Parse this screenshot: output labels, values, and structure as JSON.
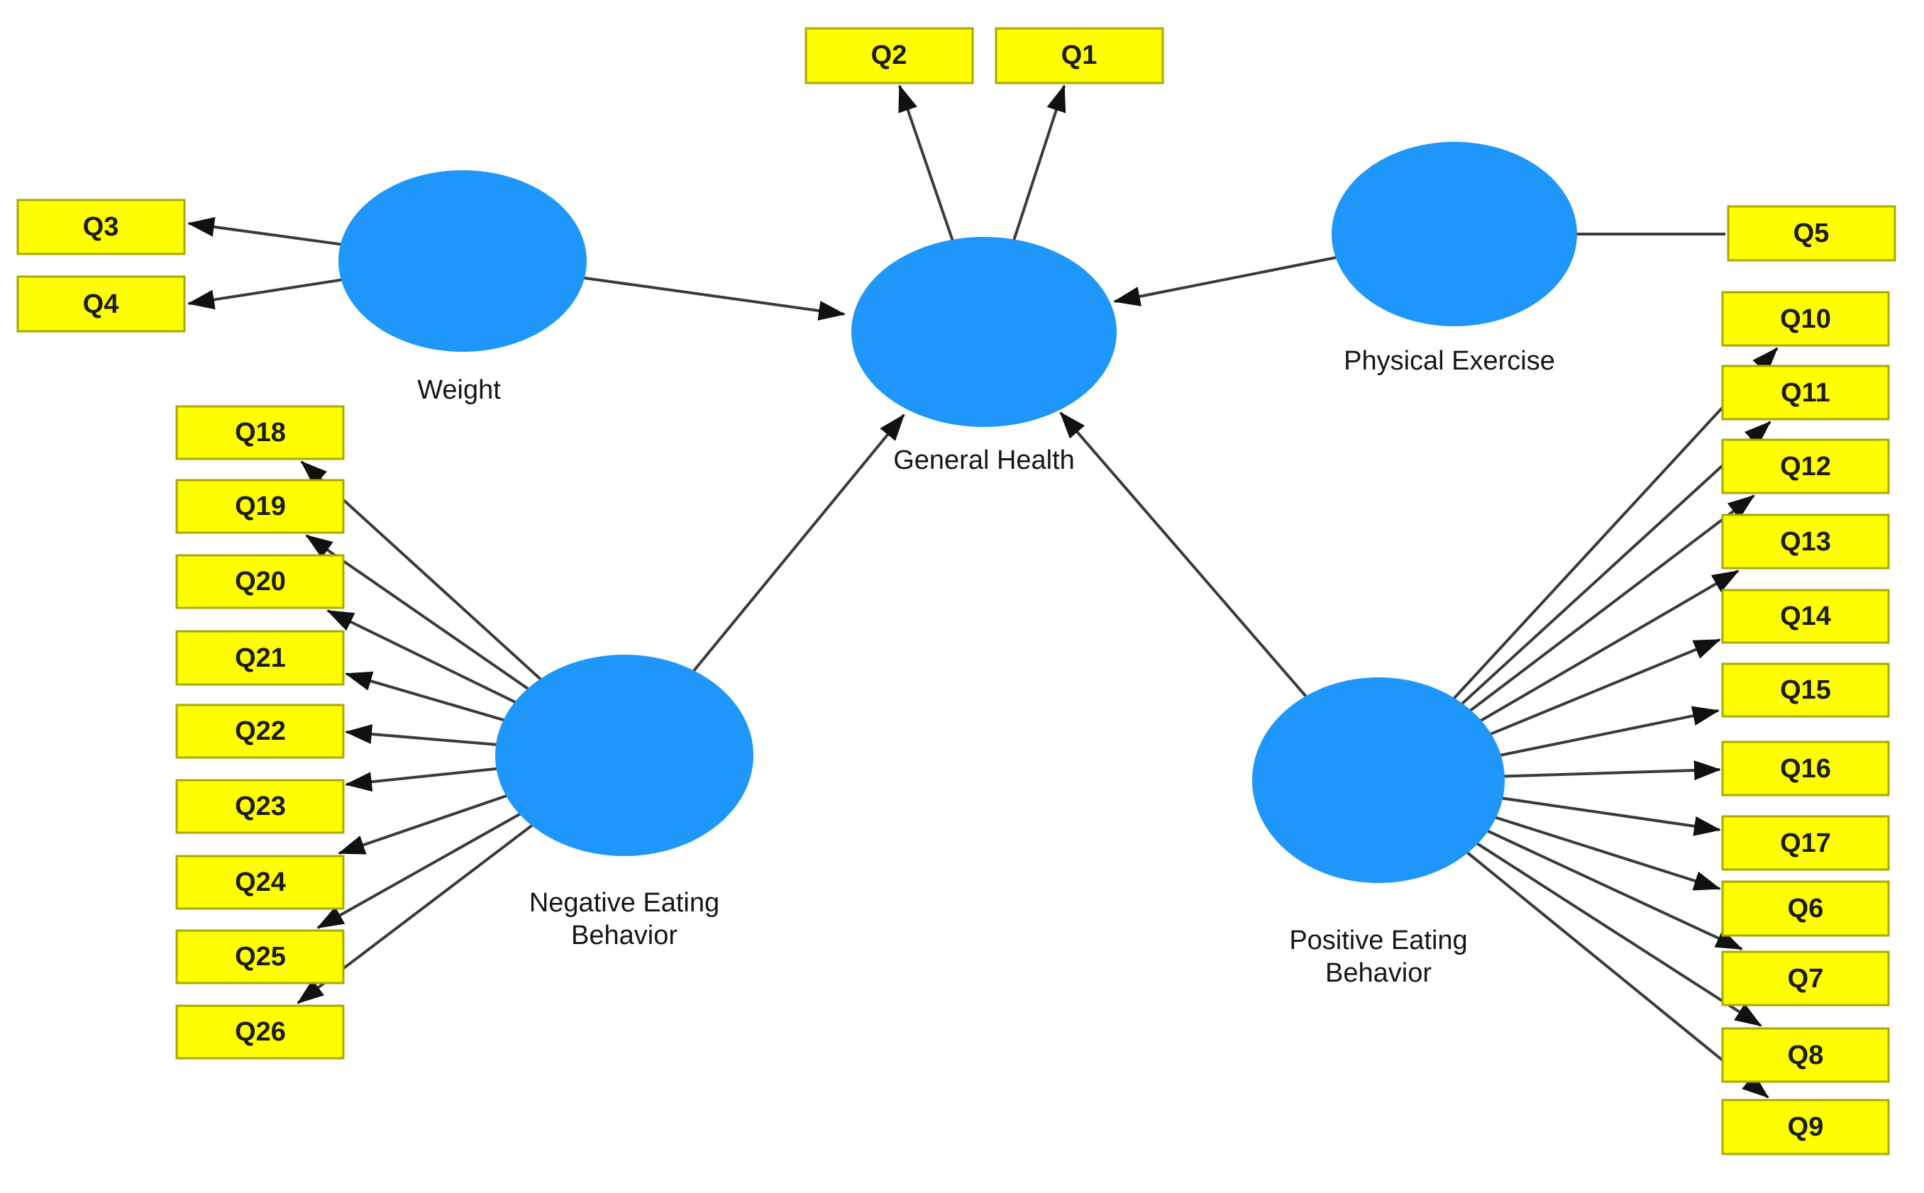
{
  "diagram": {
    "type": "structural-equation-model-path-diagram",
    "latent": {
      "weight": {
        "label": "Weight"
      },
      "general_health": {
        "label": "General Health"
      },
      "physical_exercise": {
        "label": "Physical Exercise"
      },
      "negative_eating": {
        "line1": "Negative Eating",
        "line2": "Behavior"
      },
      "positive_eating": {
        "line1": "Positive Eating",
        "line2": "Behavior"
      }
    },
    "indicators": {
      "q1": {
        "label": "Q1"
      },
      "q2": {
        "label": "Q2"
      },
      "q3": {
        "label": "Q3"
      },
      "q4": {
        "label": "Q4"
      },
      "q5": {
        "label": "Q5"
      },
      "q6": {
        "label": "Q6"
      },
      "q7": {
        "label": "Q7"
      },
      "q8": {
        "label": "Q8"
      },
      "q9": {
        "label": "Q9"
      },
      "q10": {
        "label": "Q10"
      },
      "q11": {
        "label": "Q11"
      },
      "q12": {
        "label": "Q12"
      },
      "q13": {
        "label": "Q13"
      },
      "q14": {
        "label": "Q14"
      },
      "q15": {
        "label": "Q15"
      },
      "q16": {
        "label": "Q16"
      },
      "q17": {
        "label": "Q17"
      },
      "q18": {
        "label": "Q18"
      },
      "q19": {
        "label": "Q19"
      },
      "q20": {
        "label": "Q20"
      },
      "q21": {
        "label": "Q21"
      },
      "q22": {
        "label": "Q22"
      },
      "q23": {
        "label": "Q23"
      },
      "q24": {
        "label": "Q24"
      },
      "q25": {
        "label": "Q25"
      },
      "q26": {
        "label": "Q26"
      }
    },
    "edges": [
      {
        "from": "Weight",
        "to": "General Health",
        "arrow": true
      },
      {
        "from": "Physical Exercise",
        "to": "General Health",
        "arrow": true
      },
      {
        "from": "Negative Eating Behavior",
        "to": "General Health",
        "arrow": true
      },
      {
        "from": "Positive Eating Behavior",
        "to": "General Health",
        "arrow": true
      },
      {
        "from": "General Health",
        "to": "Q2",
        "arrow": true
      },
      {
        "from": "General Health",
        "to": "Q1",
        "arrow": true
      },
      {
        "from": "Weight",
        "to": "Q3",
        "arrow": true
      },
      {
        "from": "Weight",
        "to": "Q4",
        "arrow": true
      },
      {
        "from": "Physical Exercise",
        "to": "Q5",
        "arrow": false
      },
      {
        "from": "Negative Eating Behavior",
        "to": "Q18",
        "arrow": true
      },
      {
        "from": "Negative Eating Behavior",
        "to": "Q19",
        "arrow": true
      },
      {
        "from": "Negative Eating Behavior",
        "to": "Q20",
        "arrow": true
      },
      {
        "from": "Negative Eating Behavior",
        "to": "Q21",
        "arrow": true
      },
      {
        "from": "Negative Eating Behavior",
        "to": "Q22",
        "arrow": true
      },
      {
        "from": "Negative Eating Behavior",
        "to": "Q23",
        "arrow": true
      },
      {
        "from": "Negative Eating Behavior",
        "to": "Q24",
        "arrow": true
      },
      {
        "from": "Negative Eating Behavior",
        "to": "Q25",
        "arrow": true
      },
      {
        "from": "Negative Eating Behavior",
        "to": "Q26",
        "arrow": true
      },
      {
        "from": "Positive Eating Behavior",
        "to": "Q10",
        "arrow": true
      },
      {
        "from": "Positive Eating Behavior",
        "to": "Q11",
        "arrow": true
      },
      {
        "from": "Positive Eating Behavior",
        "to": "Q12",
        "arrow": true
      },
      {
        "from": "Positive Eating Behavior",
        "to": "Q13",
        "arrow": true
      },
      {
        "from": "Positive Eating Behavior",
        "to": "Q14",
        "arrow": true
      },
      {
        "from": "Positive Eating Behavior",
        "to": "Q15",
        "arrow": true
      },
      {
        "from": "Positive Eating Behavior",
        "to": "Q16",
        "arrow": true
      },
      {
        "from": "Positive Eating Behavior",
        "to": "Q17",
        "arrow": true
      },
      {
        "from": "Positive Eating Behavior",
        "to": "Q6",
        "arrow": true
      },
      {
        "from": "Positive Eating Behavior",
        "to": "Q7",
        "arrow": true
      },
      {
        "from": "Positive Eating Behavior",
        "to": "Q8",
        "arrow": true
      },
      {
        "from": "Positive Eating Behavior",
        "to": "Q9",
        "arrow": true
      }
    ],
    "colors": {
      "latent_fill": "#1E96FA",
      "indicator_fill": "#FEFE00",
      "indicator_border": "#A9A900",
      "edge": "#3A3A3A",
      "arrowhead": "#111111",
      "text": "#1A1A1A",
      "background": "#FFFFFF"
    }
  }
}
